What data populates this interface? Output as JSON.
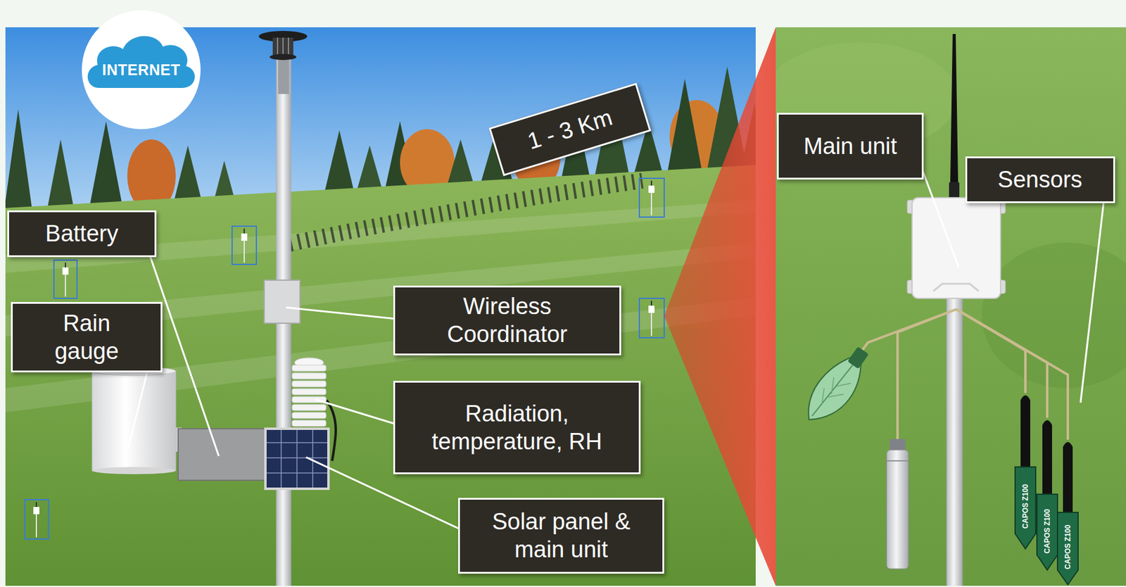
{
  "diagram": {
    "nodes": [
      {
        "text": [
          "INTERNET"
        ]
      },
      {
        "text": [
          "Battery"
        ]
      },
      {
        "text": [
          "1 - 3 Km"
        ]
      },
      {
        "text": [
          "Rain gauge"
        ]
      },
      {
        "text": [
          "Wireless Coordinator"
        ]
      },
      {
        "text": [
          "Radiation, temperature, RH"
        ]
      },
      {
        "text": [
          "Solar panel & main unit"
        ]
      },
      {
        "text": [
          "Main unit"
        ]
      },
      {
        "text": [
          "Sensors"
        ]
      }
    ],
    "labels": [
      "CAPOS Z100",
      "CAPOS Z100",
      "CAPOS Z100"
    ]
  }
}
